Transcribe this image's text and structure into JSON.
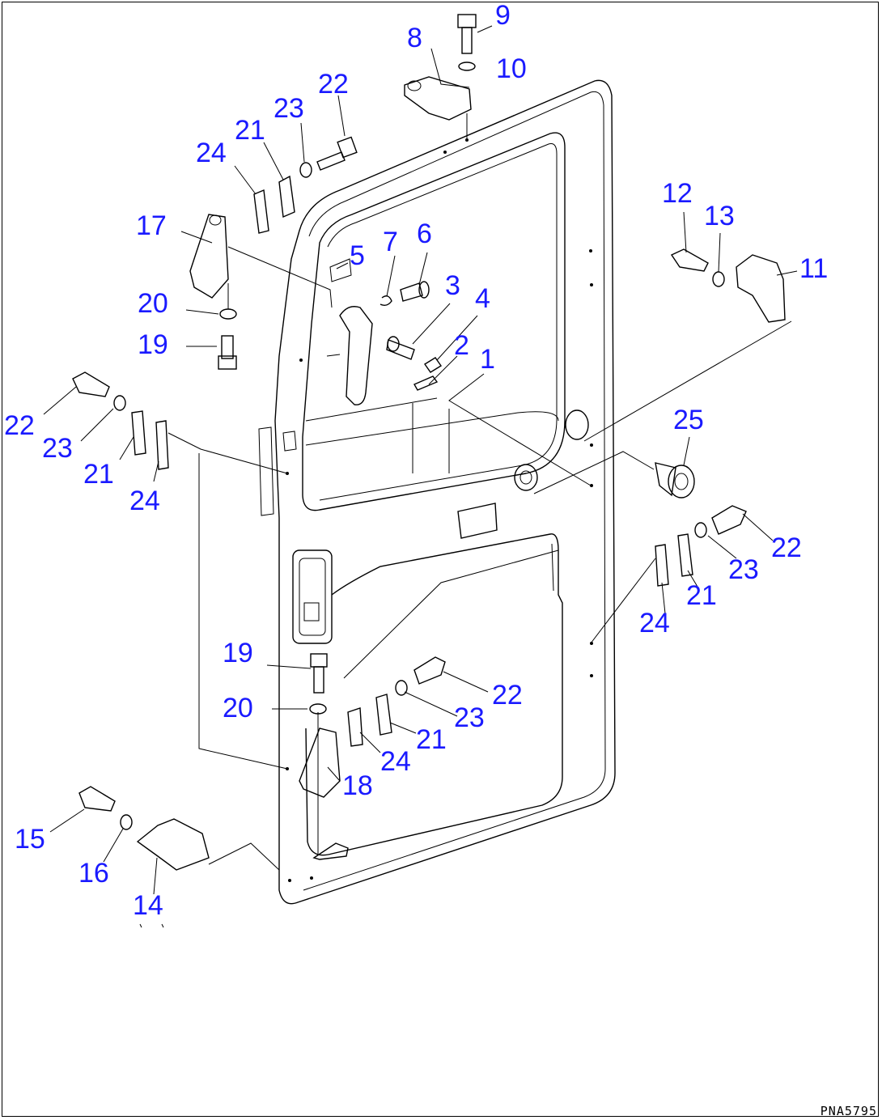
{
  "diagram": {
    "callouts": [
      "9",
      "8",
      "10",
      "22",
      "23",
      "21",
      "24",
      "17",
      "7",
      "6",
      "5",
      "3",
      "4",
      "2",
      "1",
      "20",
      "19",
      "12",
      "13",
      "11",
      "22",
      "23",
      "21",
      "24",
      "25",
      "22",
      "23",
      "21",
      "24",
      "19",
      "22",
      "20",
      "23",
      "21",
      "24",
      "18",
      "15",
      "16",
      "14"
    ],
    "drawing_code": "PNA5795"
  },
  "colors": {
    "callout": "#1a1aff",
    "line": "#000000"
  }
}
